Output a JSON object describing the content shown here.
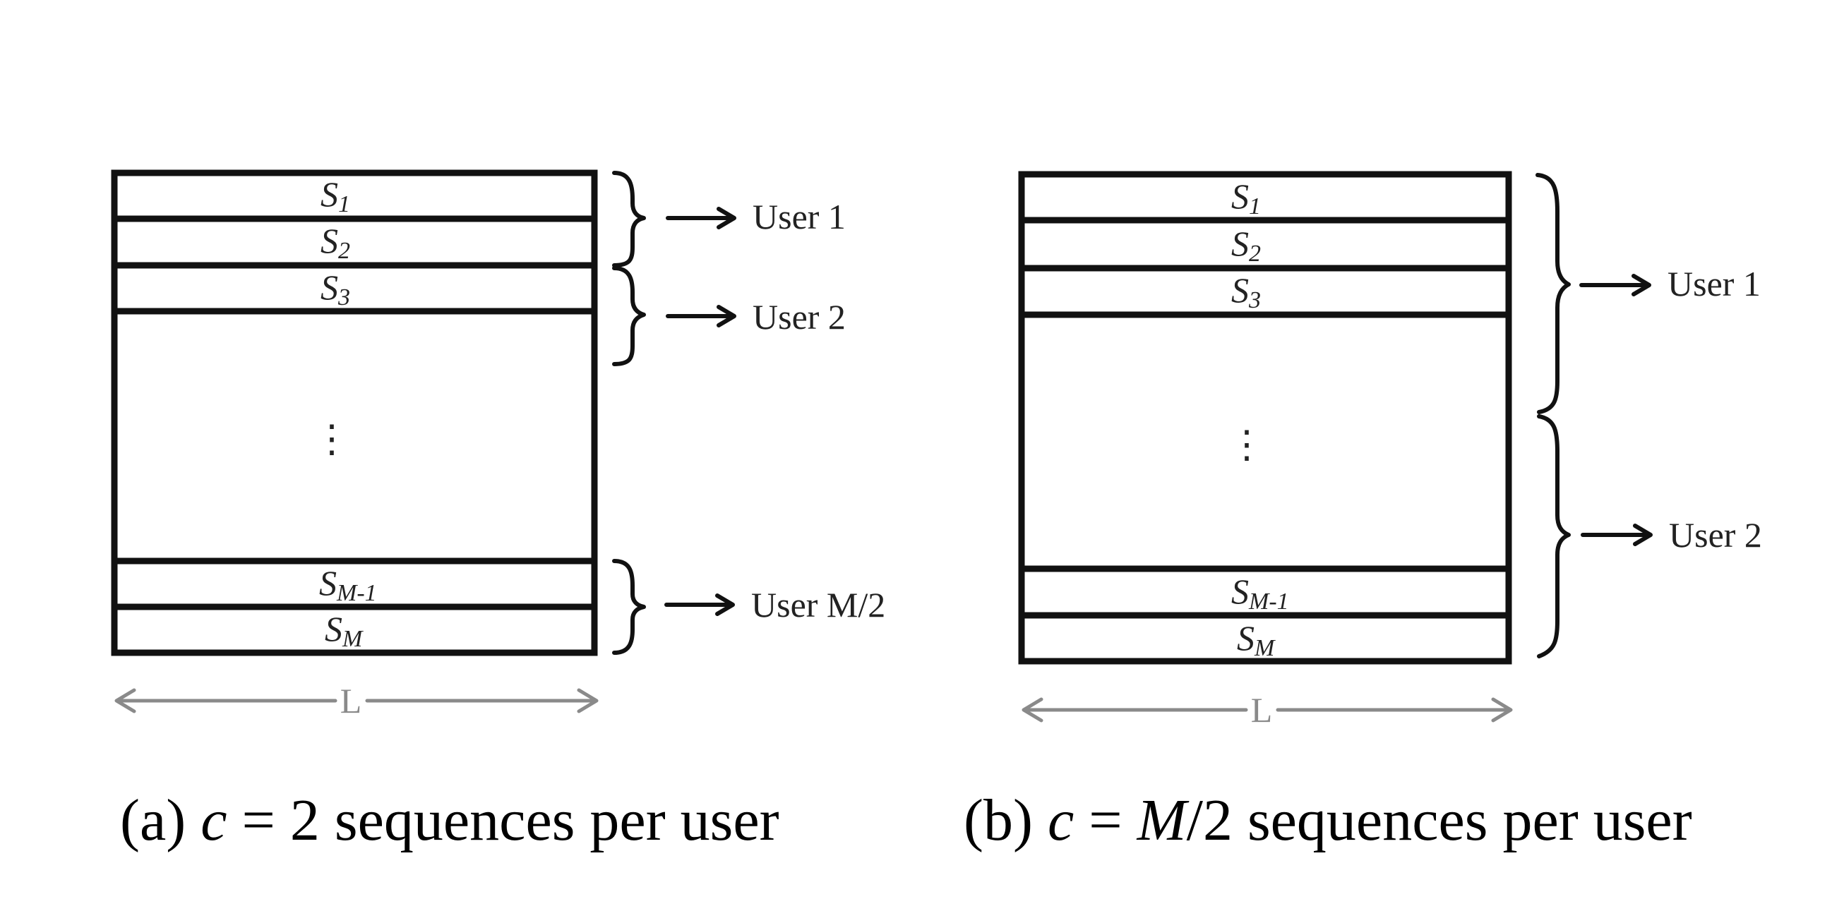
{
  "panels": [
    {
      "id": "a",
      "sequences": [
        {
          "label": "S",
          "sub": "1"
        },
        {
          "label": "S",
          "sub": "2"
        },
        {
          "label": "S",
          "sub": "3"
        },
        {
          "label": "S",
          "sub": "M-1"
        },
        {
          "label": "S",
          "sub": "M"
        }
      ],
      "ellipsis": "⋮",
      "users": [
        "User 1",
        "User 2",
        "User M/2"
      ],
      "length_label": "L",
      "caption": {
        "prefix": "(a) ",
        "var": "c",
        "eq": " = 2",
        "suffix": " sequences per user"
      }
    },
    {
      "id": "b",
      "sequences": [
        {
          "label": "S",
          "sub": "1"
        },
        {
          "label": "S",
          "sub": "2"
        },
        {
          "label": "S",
          "sub": "3"
        },
        {
          "label": "S",
          "sub": "M-1"
        },
        {
          "label": "S",
          "sub": "M"
        }
      ],
      "ellipsis": "⋮",
      "users": [
        "User 1",
        "User 2"
      ],
      "length_label": "L",
      "caption": {
        "prefix": "(b) ",
        "var": "c",
        "eq": " = ",
        "var2": "M",
        "eq2": "/2",
        "suffix": " sequences per user"
      }
    }
  ]
}
